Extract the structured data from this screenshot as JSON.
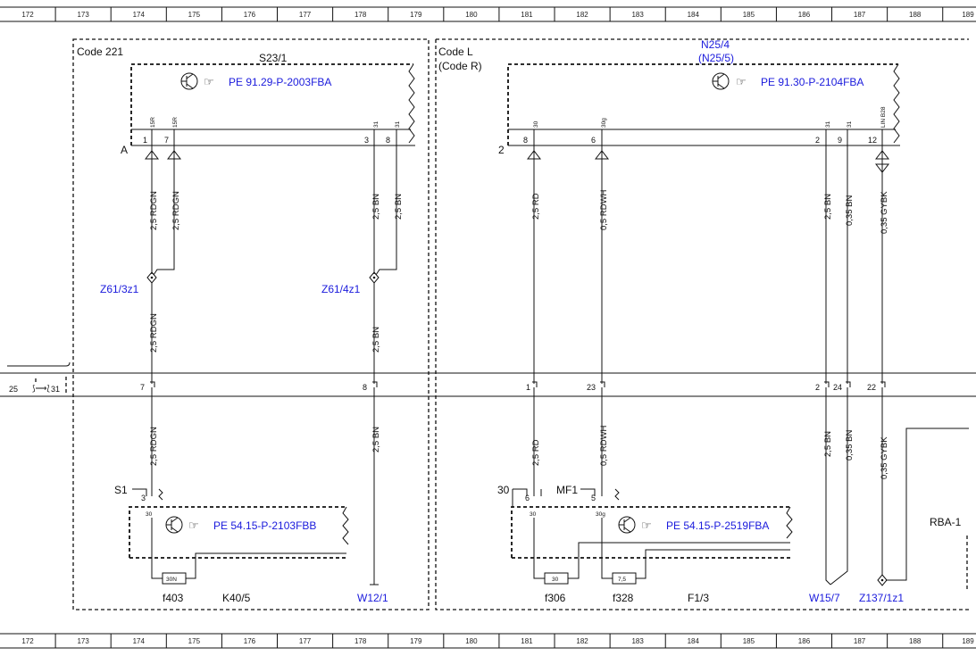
{
  "ruler": [
    "172",
    "173",
    "174",
    "175",
    "176",
    "177",
    "178",
    "179",
    "180",
    "181",
    "182",
    "183",
    "184",
    "185",
    "186",
    "187",
    "188",
    "189"
  ],
  "colors": {
    "link": "#1a1adc",
    "line": "#111111"
  },
  "section_left": {
    "code": "Code 221"
  },
  "section_right": {
    "code": "Code L",
    "code_alt": "(Code R)",
    "module": "N25/4",
    "module_alt": "(N25/5)"
  },
  "s23": {
    "name": "S23/1",
    "connector": "A",
    "ref": "PE 91.29-P-2003FBA",
    "pins": [
      {
        "label": "15R",
        "num": "1"
      },
      {
        "label": "15R",
        "num": "7"
      },
      {
        "label": "31",
        "num": "3"
      },
      {
        "label": "31",
        "num": "8"
      }
    ]
  },
  "n25": {
    "connector": "2",
    "ref": "PE 91.30-P-2104FBA",
    "pins": [
      {
        "label": "30",
        "num": "8"
      },
      {
        "label": "30g",
        "num": "6"
      },
      {
        "label": "31",
        "num": "2"
      },
      {
        "label": "31",
        "num": "9"
      },
      {
        "label": "LIN B28",
        "num": "12"
      }
    ]
  },
  "wires_upper": [
    "2,5 RDGN",
    "2,5 RDGN",
    "2,5 BN",
    "2,5 BN",
    "2,5 RD",
    "0,5 RDWH",
    "2,5 BN",
    "0,35 BN",
    "0,35 GYBK"
  ],
  "splices": {
    "z61_3": "Z61/3z1",
    "z61_4": "Z61/4z1",
    "z137": "Z137/1z1"
  },
  "wires_mid": [
    "2,5 RDGN",
    "2,5 BN"
  ],
  "bus": {
    "left_label": "25",
    "left_right_label": "31",
    "pins": [
      "7",
      "8",
      "1",
      "23",
      "2",
      "24",
      "22"
    ]
  },
  "wires_lower": [
    "2,5 RDGN",
    "2,5 BN",
    "2,5 RD",
    "0,5 RDWH",
    "2,5 BN",
    "0,35 BN",
    "0,35 GYBK"
  ],
  "k40": {
    "name": "K40/5",
    "s1": "S1",
    "s1_pin": "3",
    "s1_inner": "30",
    "ref": "PE 54.15-P-2103FBB",
    "fuse": {
      "rating": "30N",
      "name": "f403"
    }
  },
  "f1": {
    "name": "F1/3",
    "p30": "30",
    "p30_pin": "6",
    "p30_inner": "30",
    "mf1": "MF1",
    "mf1_pin": "5",
    "mf1_inner": "30g",
    "ref": "PE 54.15-P-2519FBA",
    "fuse1": {
      "rating": "30",
      "name": "f306"
    },
    "fuse2": {
      "rating": "7,5",
      "name": "f328"
    }
  },
  "grounds": {
    "w12": "W12/1",
    "w15": "W15/7"
  },
  "rba": "RBA-1"
}
